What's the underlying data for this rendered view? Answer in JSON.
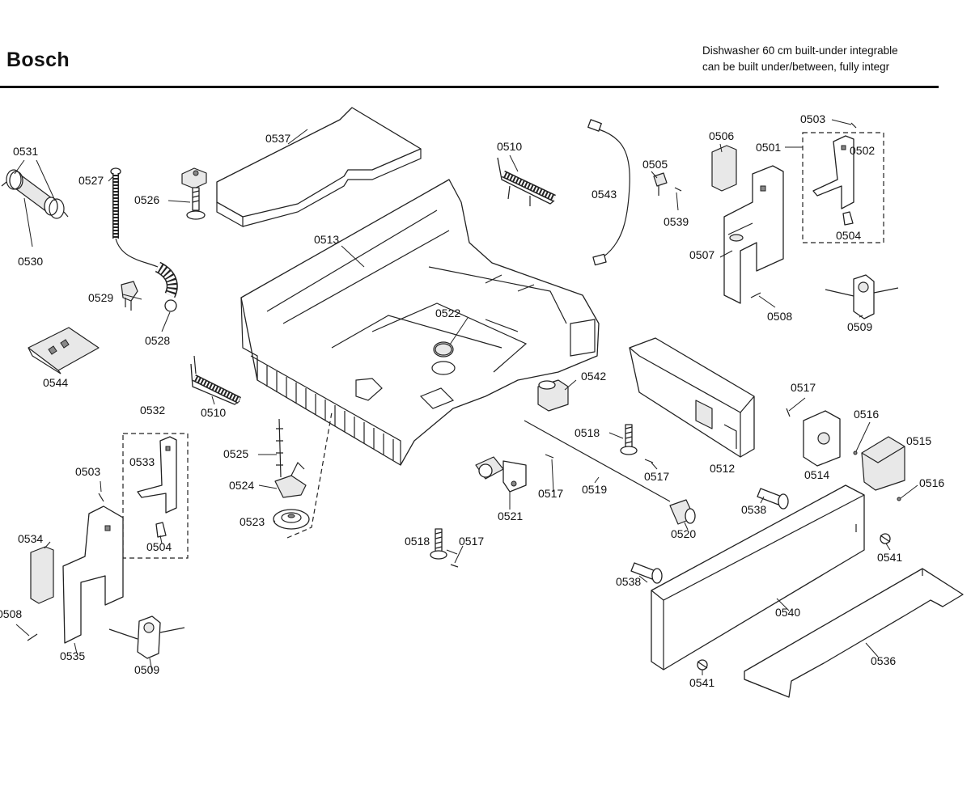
{
  "header": {
    "brand": "Bosch",
    "subtitle_line1": "Dishwasher 60 cm built-under integrable",
    "subtitle_line2": "can be built under/between, fully integr"
  },
  "callouts": {
    "c0501": "0501",
    "c0502": "0502",
    "c0503a": "0503",
    "c0503b": "0503",
    "c0504a": "0504",
    "c0504b": "0504",
    "c0505": "0505",
    "c0506": "0506",
    "c0507": "0507",
    "c0508a": "0508",
    "c0508b": "0508",
    "c0509a": "0509",
    "c0509b": "0509",
    "c0510a": "0510",
    "c0510b": "0510",
    "c0512": "0512",
    "c0513": "0513",
    "c0514": "0514",
    "c0515": "0515",
    "c0516a": "0516",
    "c0516b": "0516",
    "c0517a": "0517",
    "c0517b": "0517",
    "c0517c": "0517",
    "c0517d": "0517",
    "c0518a": "0518",
    "c0518b": "0518",
    "c0519": "0519",
    "c0520": "0520",
    "c0521": "0521",
    "c0522": "0522",
    "c0523": "0523",
    "c0524": "0524",
    "c0525": "0525",
    "c0526": "0526",
    "c0527": "0527",
    "c0528": "0528",
    "c0529": "0529",
    "c0530": "0530",
    "c0531": "0531",
    "c0532": "0532",
    "c0533": "0533",
    "c0534": "0534",
    "c0535": "0535",
    "c0536": "0536",
    "c0537": "0537",
    "c0538a": "0538",
    "c0538b": "0538",
    "c0539": "0539",
    "c0540": "0540",
    "c0541a": "0541",
    "c0541b": "0541",
    "c0542": "0542",
    "c0543": "0543",
    "c0544": "0544"
  }
}
